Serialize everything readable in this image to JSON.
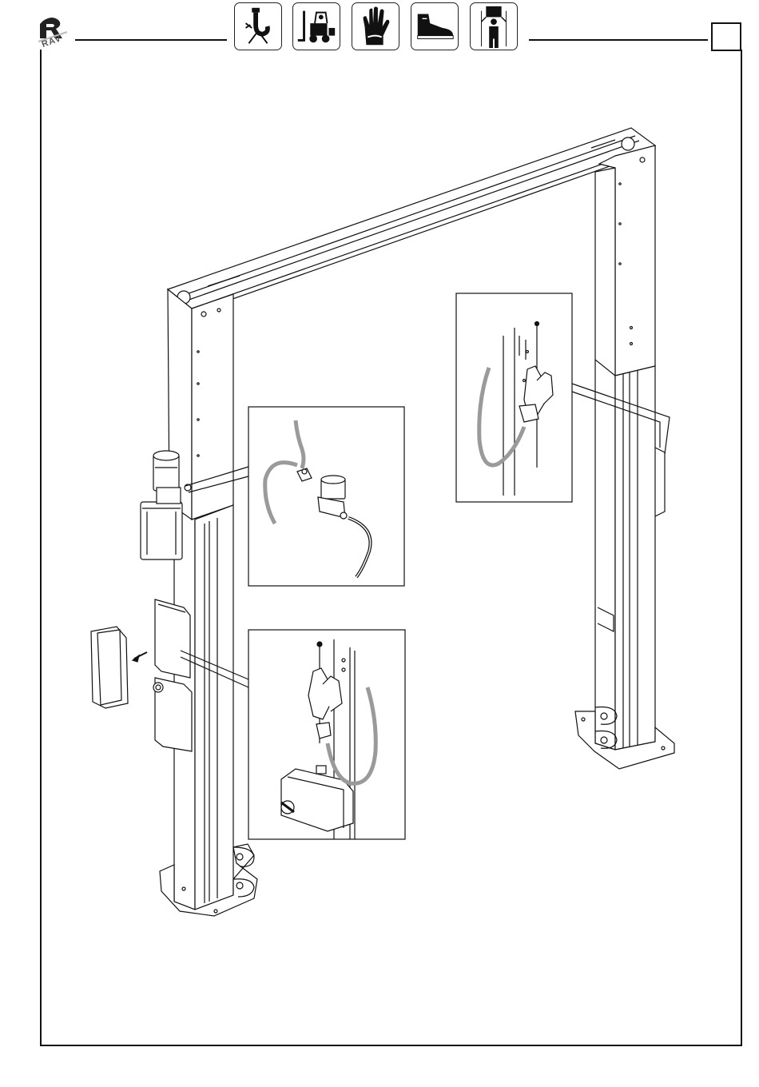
{
  "header": {
    "logo_text": "RAV",
    "page_number": "",
    "safety_icons": [
      {
        "icon": "crane-hook-icon",
        "meaning": "lifting"
      },
      {
        "icon": "forklift-icon",
        "meaning": "forklift"
      },
      {
        "icon": "safety-glove-icon",
        "meaning": "gloves"
      },
      {
        "icon": "safety-shoe-icon",
        "meaning": "shoes"
      },
      {
        "icon": "load-weight-person-icon",
        "meaning": "load"
      }
    ]
  },
  "colors": {
    "line": "#111111",
    "hose_grey": "#9a9a9a",
    "panel_fill": "#ffffff"
  }
}
